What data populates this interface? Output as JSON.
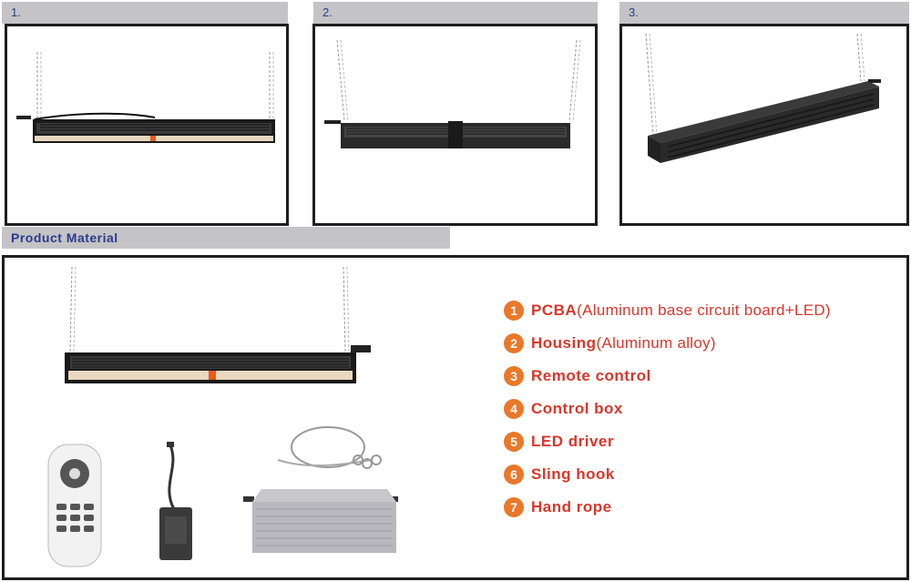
{
  "views": [
    {
      "label": "1."
    },
    {
      "label": "2."
    },
    {
      "label": "3."
    }
  ],
  "section_title": "Product Material",
  "components": [
    {
      "number": "1",
      "name": "PCBA",
      "detail": "(Aluminum base circuit board+LED)"
    },
    {
      "number": "2",
      "name": "Housing",
      "detail": "(Aluminum alloy)"
    },
    {
      "number": "3",
      "name": "Remote control",
      "detail": ""
    },
    {
      "number": "4",
      "name": "Control box",
      "detail": ""
    },
    {
      "number": "5",
      "name": "LED driver",
      "detail": ""
    },
    {
      "number": "6",
      "name": "Sling hook",
      "detail": ""
    },
    {
      "number": "7",
      "name": "Hand rope",
      "detail": ""
    }
  ],
  "colors": {
    "tab_bg": "#c4c4c6",
    "tab_text": "#2b3a8c",
    "accent_number": "#e9782a",
    "legend_text": "#d9362b",
    "frame": "#1e1e1e"
  }
}
